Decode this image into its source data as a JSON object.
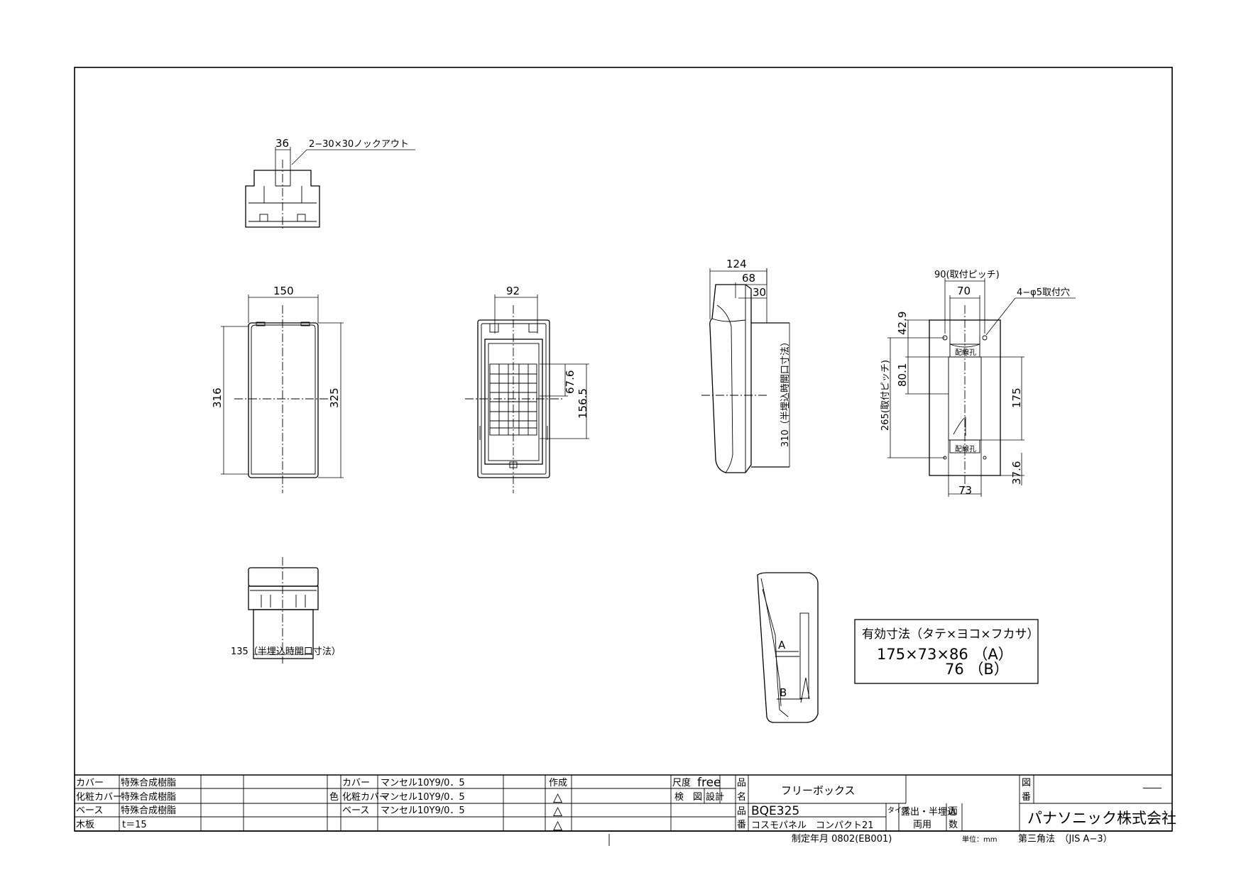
{
  "drawing": {
    "top_view": {
      "dim_width": "36",
      "knockout_note": "2−30×30ノックアウト"
    },
    "front_view": {
      "dim_width": "150",
      "dim_inner_height": "316",
      "dim_height": "325"
    },
    "front_open_view": {
      "dim_width": "92",
      "dim_upper": "67.6",
      "dim_total": "156.5"
    },
    "side_view": {
      "dim_depth": "124",
      "dim_68": "68",
      "dim_30": "30",
      "dim_opening": "310（半埋込時開口寸法）"
    },
    "back_view": {
      "dim_pitch": "90(取付ピッチ)",
      "dim_70": "70",
      "hole_note": "4−φ5取付穴",
      "dim_42_9": "42.9",
      "dim_80_1": "80.1",
      "dim_265": "265(取付ピッチ)",
      "dim_175": "175",
      "dim_37_6": "37.6",
      "dim_73": "73",
      "wiring_hole_top": "配線孔",
      "wiring_hole_bottom": "配線孔"
    },
    "bottom_view": {
      "dim_opening": "135（半埋込時開口寸法）"
    },
    "section_view": {
      "label_a": "A",
      "label_b": "B"
    },
    "effective_dims": {
      "title": "有効寸法（タテ×ヨコ×フカサ）",
      "line1": "175×73×86 （A）",
      "line2": "76 （B）"
    }
  },
  "title_block": {
    "materials": [
      {
        "part": "カバー",
        "material": "特殊合成樹脂"
      },
      {
        "part": "化粧カバー",
        "material": "特殊合成樹脂"
      },
      {
        "part": "ベース",
        "material": "特殊合成樹脂"
      },
      {
        "part": "木板",
        "material": "t＝15"
      }
    ],
    "color_label": "色",
    "colors": [
      {
        "part": "カバー",
        "value": "マンセル10Y9/0．5"
      },
      {
        "part": "化粧カバー",
        "value": "マンセル10Y9/0．5"
      },
      {
        "part": "ベース",
        "value": "マンセル10Y9/0．5"
      }
    ],
    "created_label": "作成",
    "revisions": [
      "△",
      "△",
      "△"
    ],
    "scale_label": "尺度",
    "scale_value": "free",
    "check_label": "検　図",
    "design_label": "設計",
    "name_label_1": "品",
    "name_label_2": "名",
    "product_name": "フリーボックス",
    "number_label_1": "品",
    "number_label_2": "番",
    "product_number": "BQE325",
    "series": "コスモパネル　コンパクト21",
    "type_label": "タイプ",
    "type_value_1": "露出・半埋込",
    "type_value_2": "両用",
    "faces_label_1": "面",
    "faces_label_2": "数",
    "drawing_no_label_1": "図",
    "drawing_no_label_2": "番",
    "drawing_no": "――",
    "company": "パナソニック株式会社",
    "issue_date": "制定年月 0802(EB001)",
    "unit": "単位：mm",
    "projection": "第三角法　（JIS A−3）"
  }
}
